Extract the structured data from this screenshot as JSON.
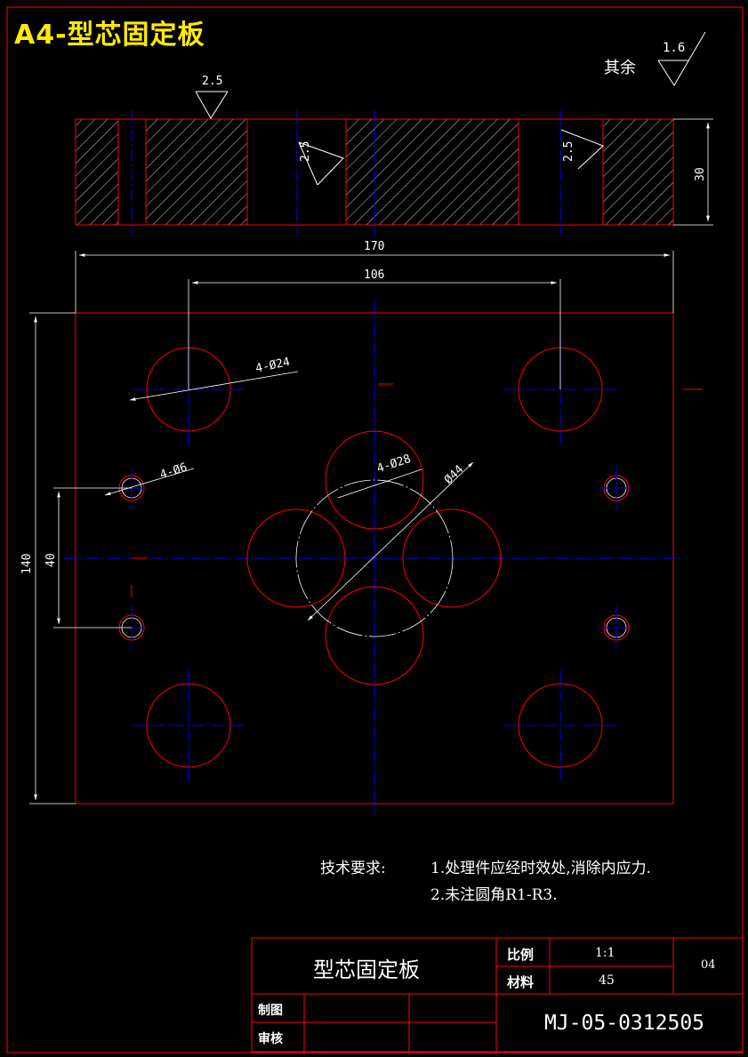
{
  "title": "A4-型芯固定板",
  "surface_finish": {
    "other_label": "其余",
    "other_value": "1.6",
    "top_value": "2.5",
    "bore_value_1": "2.5",
    "bore_value_2": "2.5"
  },
  "dimensions": {
    "width": "170",
    "hole_spacing": "106",
    "height": "140",
    "pin_spacing": "40",
    "thickness": "30",
    "holes_24": "4-Ø24",
    "holes_6": "4-Ø6",
    "holes_28": "4-Ø28",
    "circle_44": "Ø44"
  },
  "tech_requirements": {
    "heading": "技术要求:",
    "item1": "1.处理件应经时效处,消除内应力.",
    "item2": "2.未注圆角R1-R3."
  },
  "title_block": {
    "part_name": "型芯固定板",
    "scale_label": "比例",
    "scale_value": "1:1",
    "material_label": "材料",
    "material_value": "45",
    "sheet_no": "04",
    "drawn_label": "制图",
    "checked_label": "审核",
    "drawing_no": "MJ-05-0312505"
  },
  "colors": {
    "outline": "#ff0000",
    "centerline": "#0000ff",
    "dimension": "#ffffff",
    "title": "#ffea00",
    "background": "#000000"
  }
}
